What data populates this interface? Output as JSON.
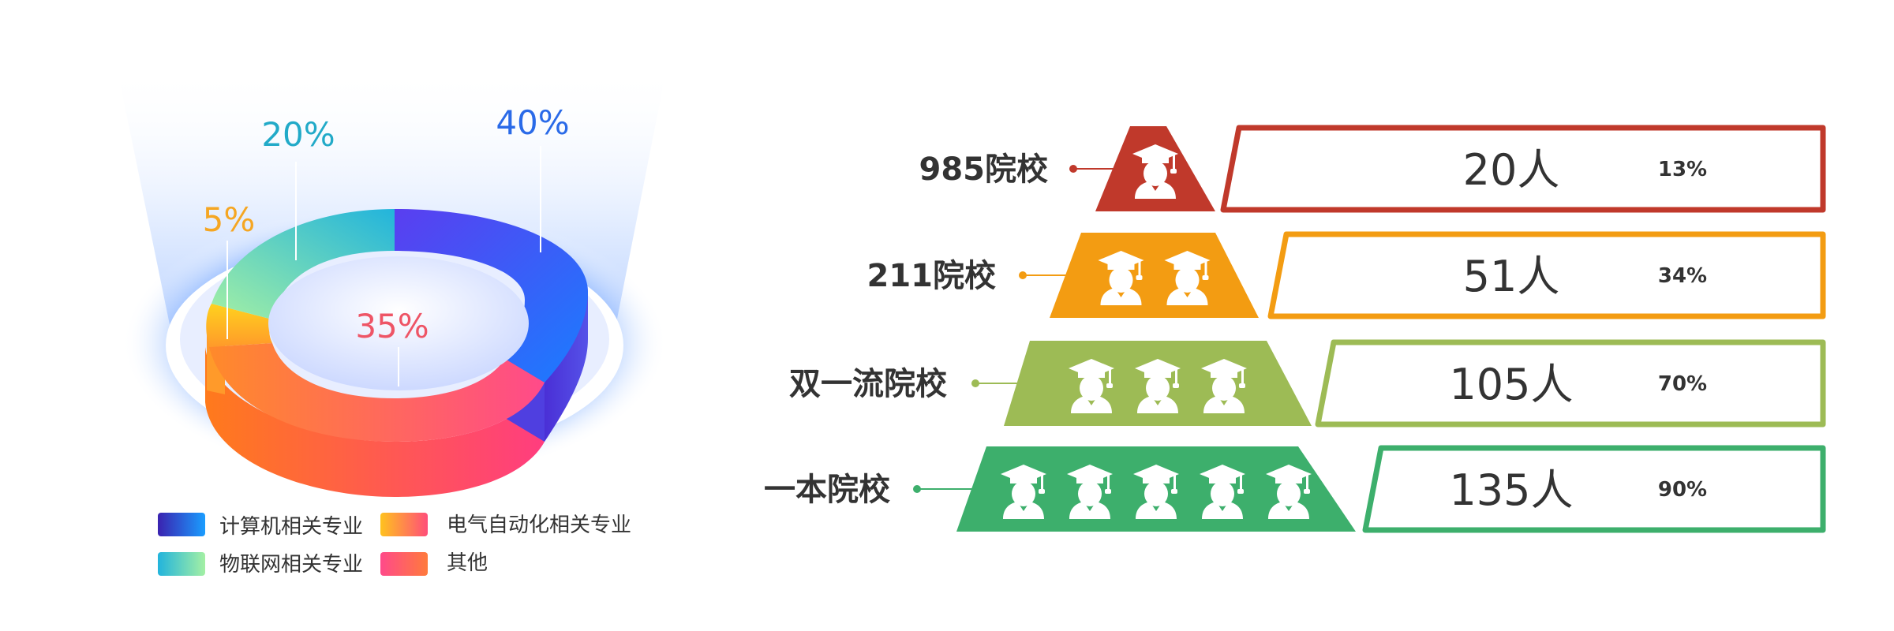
{
  "colors": {
    "computer": [
      "#3a22b0",
      "#1a9dff"
    ],
    "iot": [
      "#22b4dc",
      "#a4f0a4"
    ],
    "electrical": [
      "#ffc21e",
      "#ff4e7a"
    ],
    "other": [
      "#ff4a8a",
      "#ff7a3c"
    ],
    "pct_computer": "#2a6ae8",
    "pct_iot": "#22aac8",
    "pct_electrical": "#f5a623",
    "pct_other": "#ee5566",
    "tier_985": "#c0392b",
    "tier_211": "#f39c12",
    "tier_dfc": "#9dbb55",
    "tier_first": "#3daf6c"
  },
  "chart_data": [
    {
      "type": "pie",
      "variant": "3d-donut",
      "categories": [
        "计算机相关专业",
        "电气自动化相关专业",
        "物联网相关专业",
        "其他"
      ],
      "values": [
        40,
        5,
        20,
        35
      ],
      "labels": [
        "40%",
        "5%",
        "20%",
        "35%"
      ],
      "legend": [
        "计算机相关专业",
        "电气自动化相关专业",
        "物联网相关专业",
        "其他"
      ],
      "legend_position": "bottom"
    },
    {
      "type": "bar",
      "variant": "pyramid-infographic",
      "categories": [
        "985院校",
        "211院校",
        "双一流院校",
        "一本院校"
      ],
      "values": [
        20,
        51,
        105,
        135
      ],
      "value_labels": [
        "20人",
        "51人",
        "105人",
        "135人"
      ],
      "ratios": [
        13,
        34,
        70,
        90
      ],
      "ratio_labels": [
        "13%",
        "34%",
        "70%",
        "90%"
      ],
      "icon_counts": [
        1,
        2,
        3,
        5
      ],
      "icon": "graduate-icon"
    }
  ]
}
